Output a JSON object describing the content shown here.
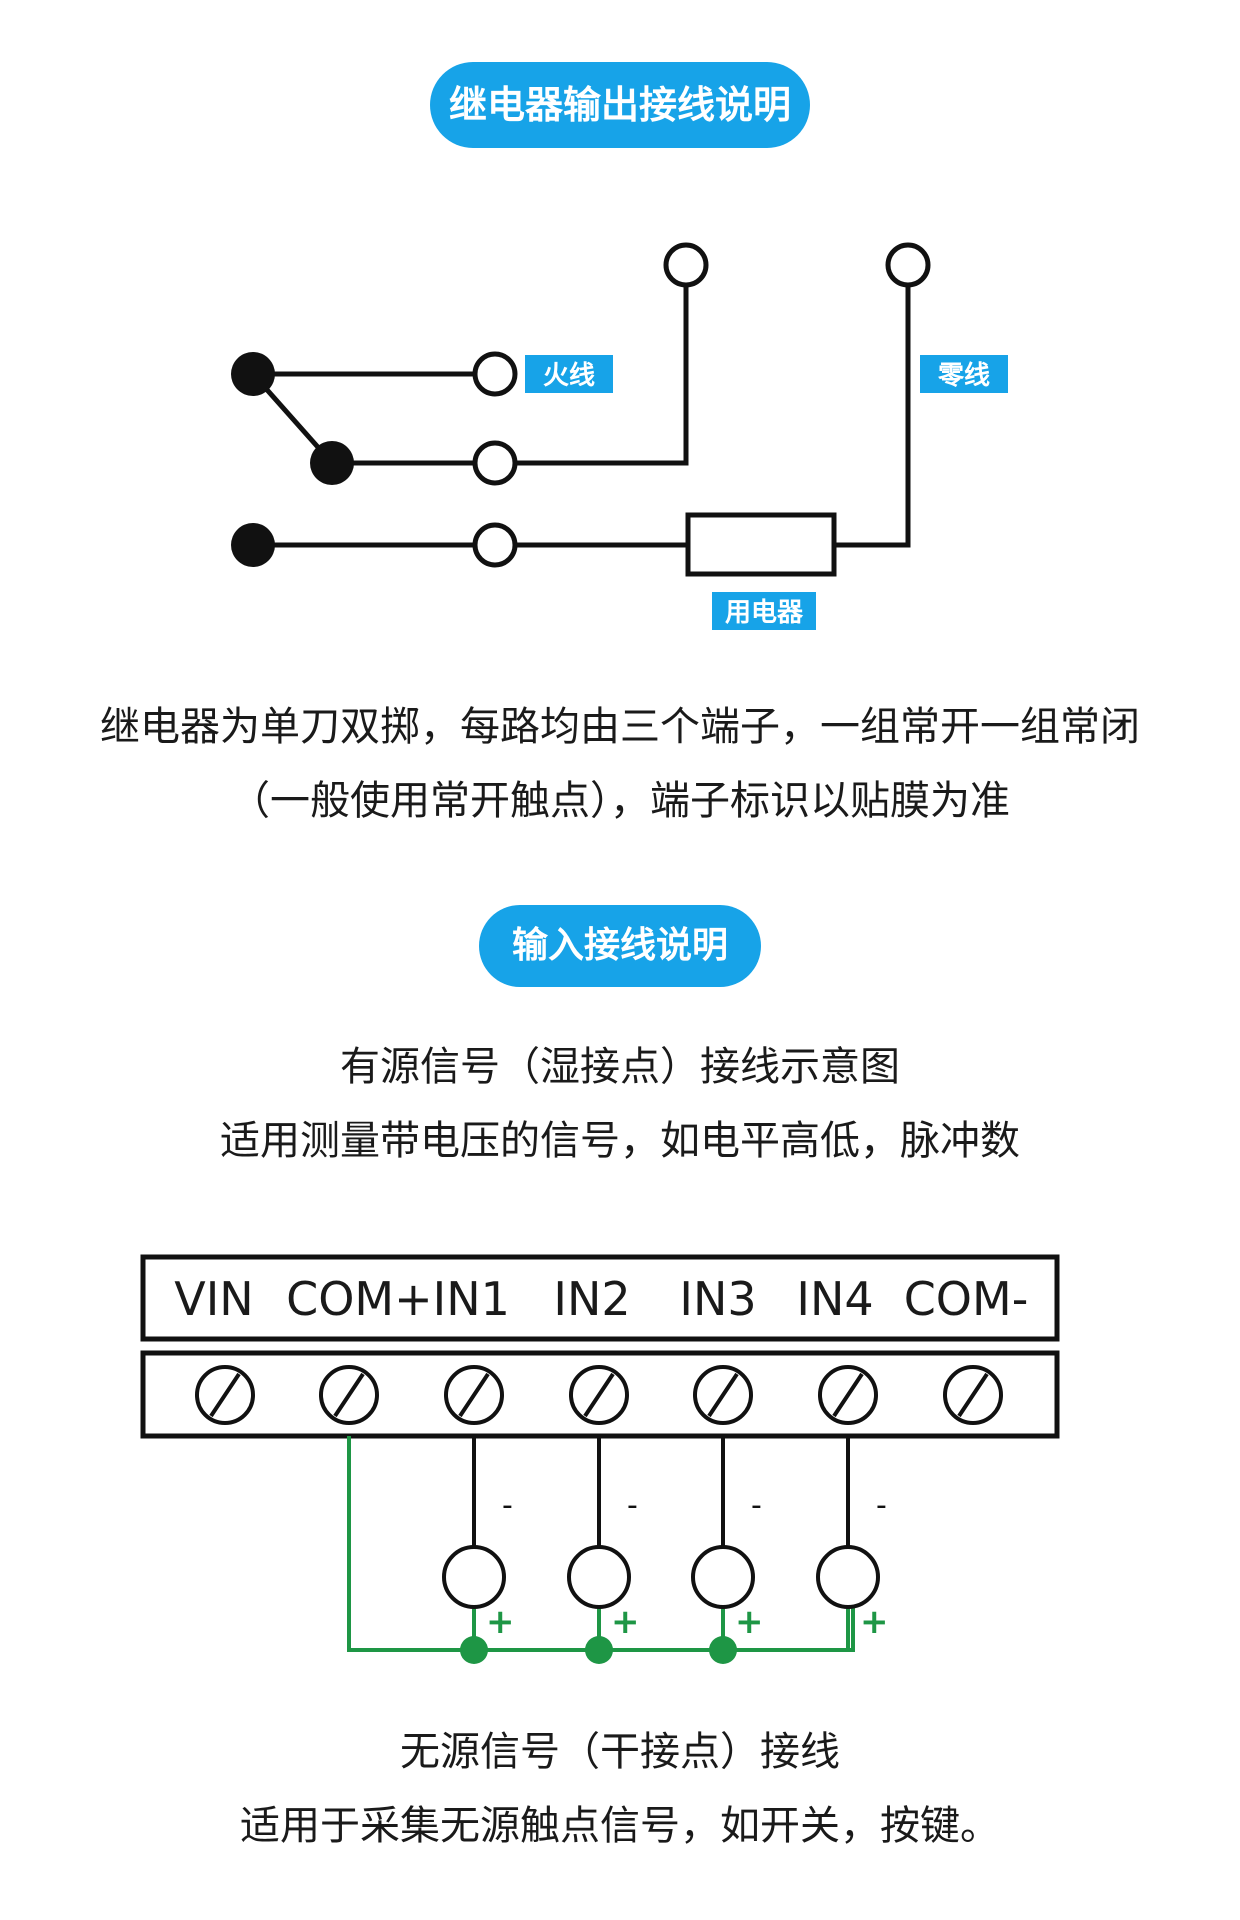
{
  "relay_section": {
    "title": "继电器输出接线说明",
    "labels": {
      "live": "火线",
      "neutral": "零线",
      "appliance": "用电器"
    },
    "description": [
      "继电器为单刀双掷，每路均由三个端子，一组常开一组常闭",
      "（一般使用常开触点），端子标识以贴膜为准"
    ]
  },
  "input_section": {
    "title": "输入接线说明",
    "wet_contact": [
      "有源信号（湿接点）接线示意图",
      "适用测量带电压的信号，如电平高低，脉冲数"
    ],
    "terminal_labels": [
      "VIN",
      "COM+IN1",
      "IN2",
      "IN3",
      "IN4",
      "COM-"
    ],
    "minus": "-",
    "plus": "+",
    "dry_contact": [
      "无源信号（干接点）接线",
      "适用于采集无源触点信号，如开关，按键。"
    ]
  },
  "colors": {
    "accent": "#17a3e8",
    "wire_green": "#1e9645",
    "line": "#111111"
  }
}
